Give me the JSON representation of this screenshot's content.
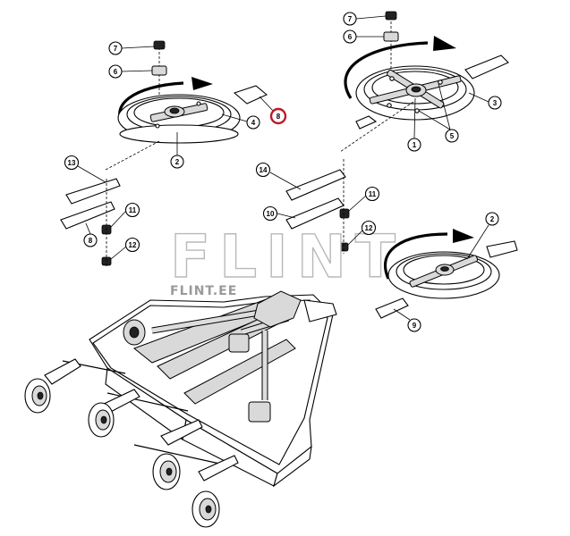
{
  "watermark": {
    "brand": "FLINT",
    "site": "FLINT.EE"
  },
  "callouts": {
    "c7a": "7",
    "c6a": "6",
    "c4": "4",
    "c8_highlight": "8",
    "c2a": "2",
    "c7b": "7",
    "c6b": "6",
    "c3": "3",
    "c5": "5",
    "c1": "1",
    "c13": "13",
    "c11a": "11",
    "c8b": "8",
    "c12a": "12",
    "c14": "14",
    "c11b": "11",
    "c10": "10",
    "c12b": "12",
    "c2b": "2",
    "c9": "9"
  },
  "colors": {
    "highlight": "#c0182a",
    "line": "#000000",
    "watermark": "#b9b9b9"
  }
}
